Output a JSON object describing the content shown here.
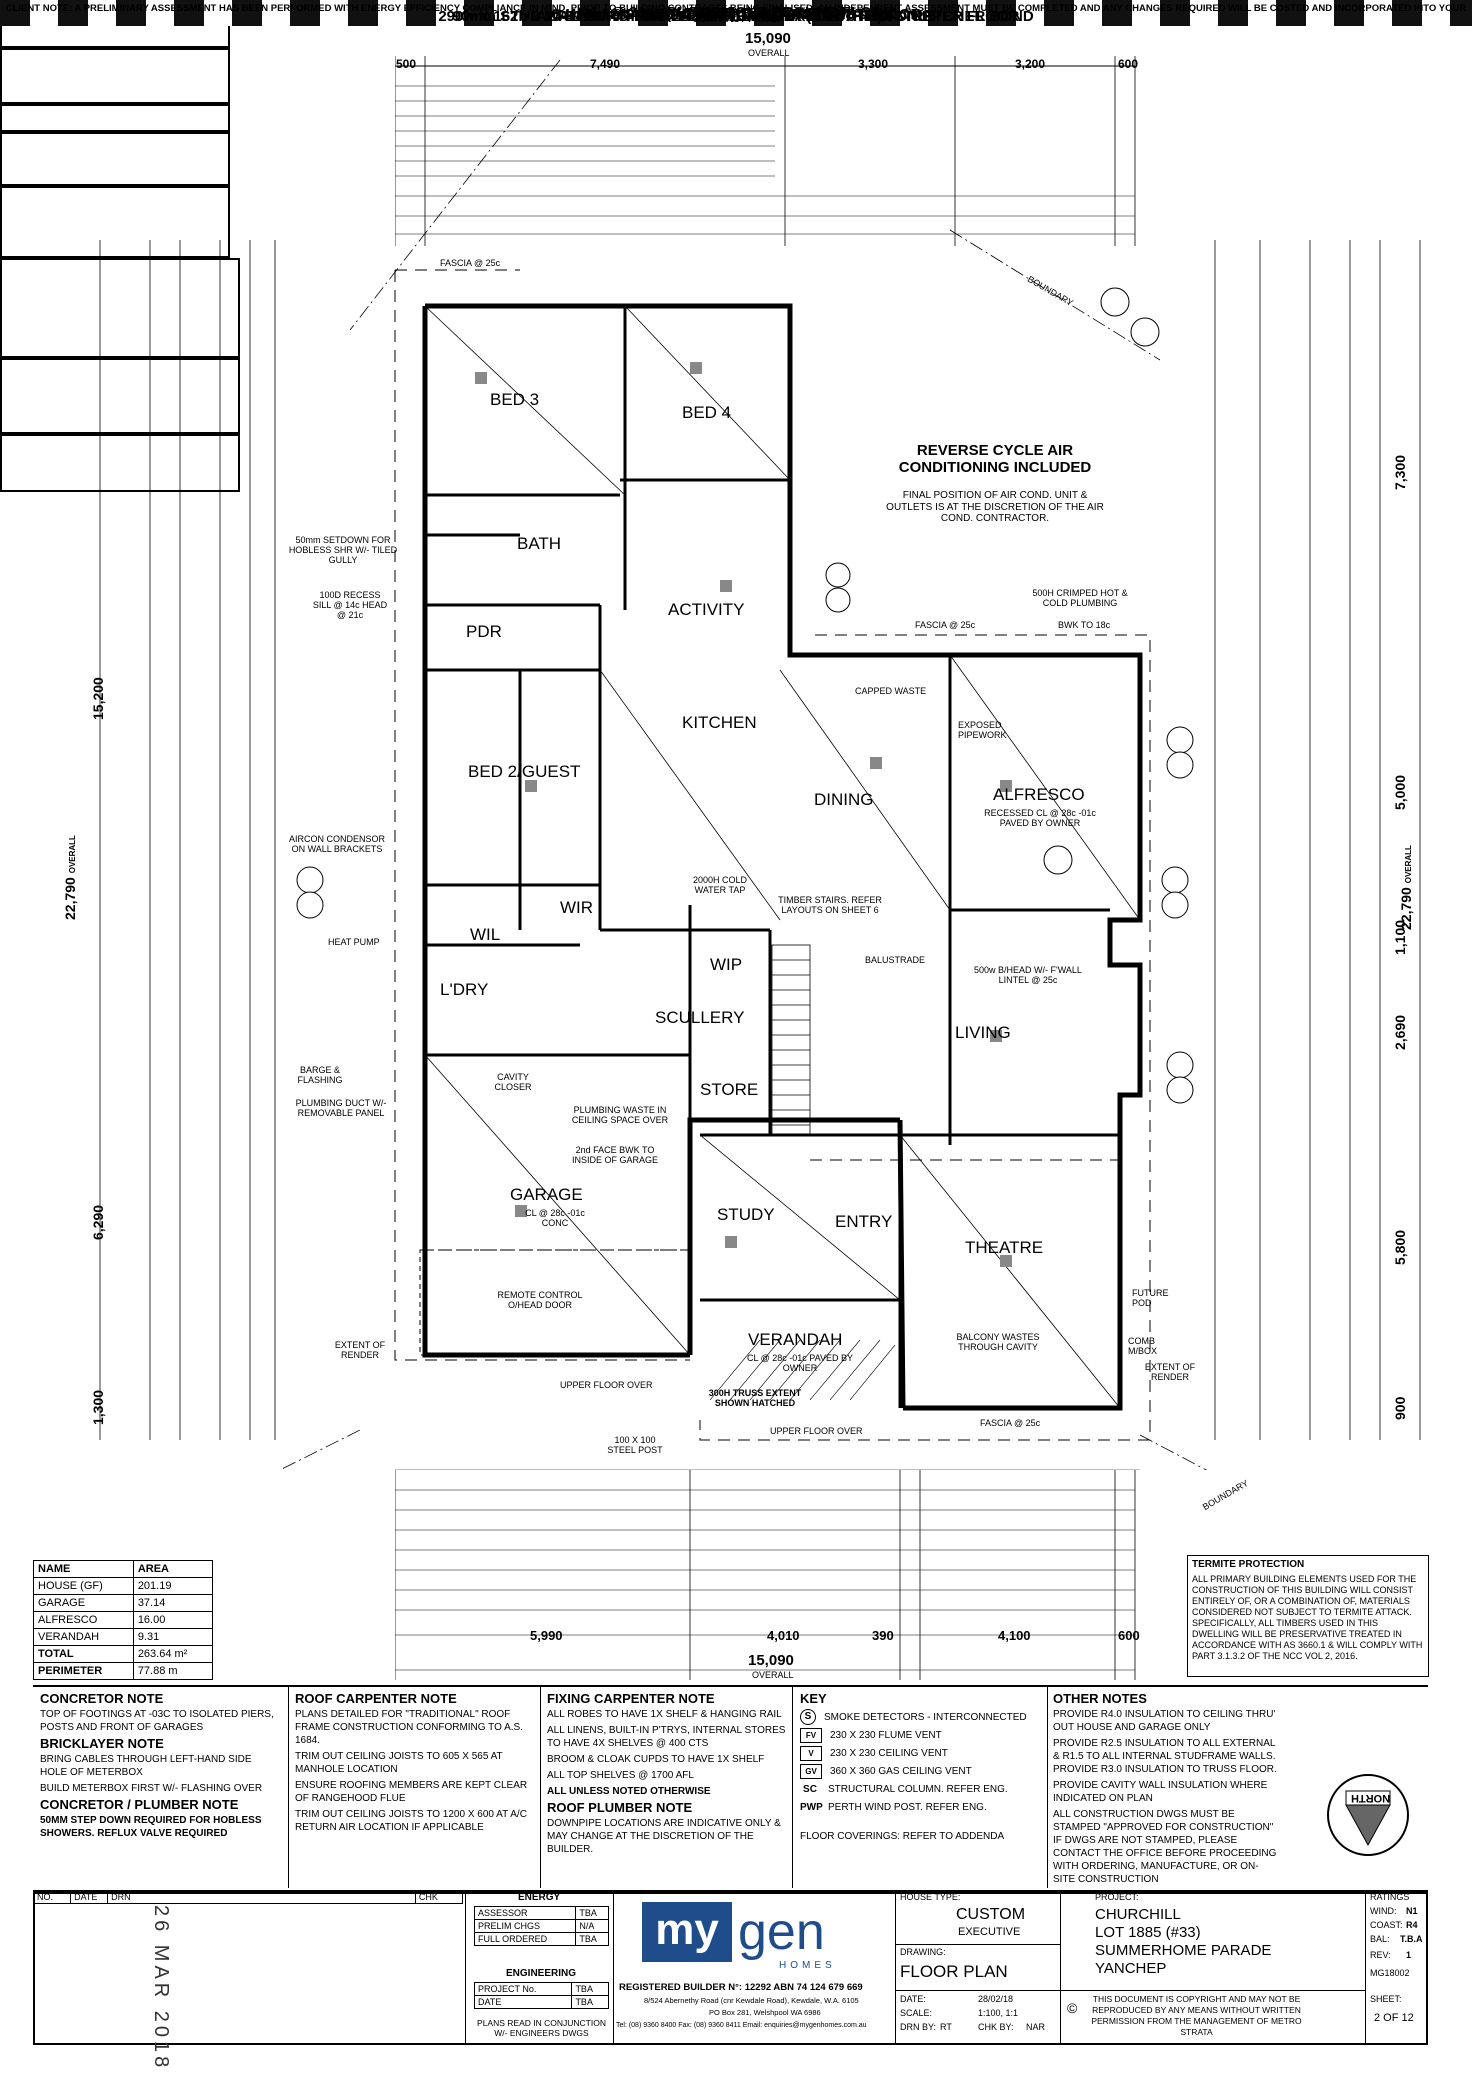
{
  "header_notes": {
    "ceiling_ground": "C.L. @ 28c +PL THRU'OUT GROUND FLOOR",
    "ceiling_first": "C.L. @ 5289mm (2435mm) THRU'OUT FIRST FLOOR",
    "all_unless": "ALL UNLESS OTHERWISE NOTED",
    "truss": "400mm SUSPENDED TRUSS THRU'OUT U.N.O.",
    "stud_wall": "90mm STUD WALL WITH PAINTED HARDIPLANK (SMOOTH) TO UPPER FLOOR",
    "client_note": "CLIENT NOTE: A PRELIMINARY ASSESSMENT HAS BEEN PERFORMED WITH ENERGY EFFICIENCY COMPLIANCE IN MIND. PRIOR TO BUILDING CONTRACTS BEING FINALISED, AN INDEPENDENT ASSESSMENT MUST BE COMPLETED AND ANY CHANGES REQUIRED WILL BE COSTED AND INCORPORATED INTO YOUR CONTRACT PRICE.",
    "blocks": "290w X 162h x 90 BLOCKS TO EXTERNAL LEAF LAID IN THIRD STRETCHER BOND",
    "render": "ACRYLIC FINISH RENDER TO FRONT ELEVATION ONLY"
  },
  "dimensions": {
    "overall_top": "15,090",
    "overall_label": "OVERALL",
    "top_segments": [
      "500",
      "7,490",
      "3,300",
      "3,200",
      "600"
    ],
    "left_overall": "22,790",
    "right_overall": "22,790",
    "left_15200": "15,200",
    "left_6290": "6,290",
    "left_1300": "1,300",
    "right_7300": "7,300",
    "right_5000": "5,000",
    "right_1100": "1,100",
    "right_2690": "2,690",
    "right_5800": "5,800",
    "right_900": "900",
    "bottom_segments": [
      "5,990",
      "4,010",
      "390",
      "4,100",
      "600"
    ],
    "overall_bottom": "15,090"
  },
  "rooms": {
    "bed3": "BED 3",
    "bed4": "BED 4",
    "bath": "BATH",
    "activity": "ACTIVITY",
    "pdr": "PDR",
    "bed2": "BED 2/GUEST",
    "kitchen": "KITCHEN",
    "dining": "DINING",
    "alfresco": "ALFRESCO",
    "wir": "WIR",
    "wil": "WIL",
    "ldry": "L'DRY",
    "wip": "WIP",
    "scullery": "SCULLERY",
    "store": "STORE",
    "living": "LIVING",
    "garage": "GARAGE",
    "study": "STUDY",
    "entry": "ENTRY",
    "theatre": "THEATRE",
    "verandah": "VERANDAH"
  },
  "room_notes": {
    "alfresco_cl": "RECESSED CL @ 28c -01c PAVED BY OWNER",
    "garage_cl": "CL @ 28c -01c CONC",
    "verandah_cl": "CL @ 28c -01c PAVED BY OWNER",
    "aircon": "REVERSE CYCLE AIR CONDITIONING INCLUDED",
    "aircon_note": "FINAL POSITION OF AIR COND. UNIT & OUTLETS IS AT THE DISCRETION OF THE AIR COND. CONTRACTOR.",
    "setdown": "50mm SETDOWN FOR HOBLESS SHR W/- TILED GULLY",
    "recess": "100D RECESS SILL @ 14c HEAD @ 21c",
    "aircon_condensor": "AIRCON CONDENSOR ON WALL BRACKETS",
    "heat_pump": "HEAT PUMP",
    "barge": "BARGE & FLASHING",
    "plumbing_duct": "PLUMBING DUCT W/- REMOVABLE PANEL",
    "cavity_closer": "CAVITY CLOSER",
    "plumbing_waste": "PLUMBING WASTE IN CEILING SPACE OVER",
    "second_face": "2nd FACE BWK TO INSIDE OF GARAGE",
    "remote_door": "REMOTE CONTROL O/HEAD DOOR",
    "timber_stairs": "TIMBER STAIRS. REFER LAYOUTS ON SHEET 6",
    "balustrade": "BALUSTRADE",
    "capped_waste": "CAPPED WASTE",
    "crimped_hot": "500H CRIMPED HOT & COLD PLUMBING",
    "bwk": "BWK TO 18c",
    "exposed": "EXPOSED PIPEWORK",
    "cold_tap": "2000H COLD WATER TAP",
    "bhead": "500w B/HEAD W/- F'WALL LINTEL @ 25c",
    "balcony": "BALCONY WASTES THROUGH CAVITY",
    "truss_ext": "300H TRUSS EXTENT SHOWN HATCHED",
    "steel_post": "100 X 100 STEEL POST",
    "extent_render": "EXTENT OF RENDER",
    "upper_floor_over": "UPPER FLOOR OVER",
    "fascia": "FASCIA @ 25c",
    "boundary": "BOUNDARY",
    "comb_mbox": "COMB M/BOX",
    "future_pod": "FUTURE POD"
  },
  "area_table": {
    "headers": [
      "NAME",
      "AREA"
    ],
    "rows": [
      [
        "HOUSE (GF)",
        "201.19"
      ],
      [
        "GARAGE",
        "37.14"
      ],
      [
        "ALFRESCO",
        "16.00"
      ],
      [
        "VERANDAH",
        "9.31"
      ],
      [
        "TOTAL",
        "263.64 m²"
      ],
      [
        "PERIMETER",
        "77.88 m"
      ]
    ]
  },
  "notes": {
    "concretor_title": "CONCRETOR NOTE",
    "concretor_1": "TOP OF FOOTINGS AT -03c TO ISOLATED PIERS, POSTS AND FRONT OF GARAGES",
    "bricklayer_title": "BRICKLAYER NOTE",
    "bricklayer_1": "BRING CABLES THROUGH LEFT-HAND SIDE HOLE OF METERBOX",
    "bricklayer_2": "BUILD METERBOX FIRST W/- FLASHING OVER",
    "plumber_title": "CONCRETOR / PLUMBER NOTE",
    "plumber_1": "50mm STEP DOWN REQUIRED FOR HOBLESS SHOWERS. REFLUX VALVE REQUIRED",
    "roof_title": "ROOF CARPENTER NOTE",
    "roof_1": "PLANS DETAILED FOR \"TRADITIONAL\" ROOF FRAME CONSTRUCTION CONFORMING TO A.S. 1684.",
    "roof_2": "TRIM OUT CEILING JOISTS TO 605 X 565 AT MANHOLE LOCATION",
    "roof_3": "ENSURE ROOFING MEMBERS ARE KEPT CLEAR OF RANGEHOOD FLUE",
    "roof_4": "TRIM OUT CEILING JOISTS TO 1200 X 600 AT A/C RETURN AIR LOCATION IF APPLICABLE",
    "fixing_title": "FIXING CARPENTER NOTE",
    "fixing_1": "ALL ROBES TO HAVE 1X SHELF & HANGING RAIL",
    "fixing_2": "ALL LINENS, BUILT-IN P'TRYS, INTERNAL STORES TO HAVE 4X SHELVES @ 400 CTS",
    "fixing_3": "BROOM & CLOAK CUPDS TO HAVE 1X SHELF",
    "fixing_4": "ALL TOP SHELVES @ 1700 AFL",
    "fixing_5": "ALL UNLESS NOTED OTHERWISE",
    "roofplumb_title": "ROOF PLUMBER NOTE",
    "roofplumb_1": "DOWNPIPE LOCATIONS ARE INDICATIVE ONLY & MAY CHANGE AT THE DISCRETION OF THE BUILDER.",
    "key_title": "KEY",
    "key_rows": [
      [
        "S",
        "SMOKE DETECTORS - INTERCONNECTED"
      ],
      [
        "FV",
        "230 X 230 FLUME VENT"
      ],
      [
        "V",
        "230 X 230 CEILING VENT"
      ],
      [
        "GV",
        "360 X 360 GAS CEILING VENT"
      ],
      [
        "SC",
        "STRUCTURAL COLUMN. REFER ENG."
      ],
      [
        "PWP",
        "PERTH WIND POST. REFER ENG."
      ]
    ],
    "floor_cov": "FLOOR COVERINGS: REFER TO ADDENDA",
    "other_title": "OTHER NOTES",
    "other_1": "PROVIDE R4.0 INSULATION TO CEILING THRU' OUT HOUSE AND GARAGE ONLY",
    "other_2": "PROVIDE R2.5 INSULATION TO ALL EXTERNAL & R1.5 TO ALL INTERNAL STUDFRAME WALLS. PROVIDE R3.0 INSULATION TO TRUSS FLOOR.",
    "other_3": "PROVIDE CAVITY WALL INSULATION WHERE INDICATED ON PLAN",
    "other_4": "ALL CONSTRUCTION DWGS MUST BE STAMPED \"APPROVED FOR CONSTRUCTION\" IF DWGS ARE NOT STAMPED, PLEASE CONTACT THE OFFICE BEFORE PROCEEDING WITH ORDERING, MANUFACTURE, OR ON-SITE CONSTRUCTION",
    "termite_title": "TERMITE PROTECTION",
    "termite_1": "ALL PRIMARY BUILDING ELEMENTS USED FOR THE CONSTRUCTION OF THIS BUILDING WILL CONSIST ENTIRELY OF, OR A COMBINATION OF, MATERIALS CONSIDERED NOT SUBJECT TO TERMITE ATTACK. SPECIFICALLY, ALL TIMBERS USED IN THIS DWELLING WILL BE PRESERVATIVE TREATED IN ACCORDANCE WITH AS 3660.1 & WILL COMPLY WITH PART 3.1.3.2 OF THE NCC VOL 2, 2016."
  },
  "title_block": {
    "rev_headers": [
      "NO.",
      "DATE",
      "DRN",
      "CHK"
    ],
    "energy_title": "ENERGY",
    "energy_rows": [
      [
        "ASSESSOR",
        "TBA"
      ],
      [
        "PRELIM CHGS",
        "N/A"
      ],
      [
        "FULL ORDERED",
        "TBA"
      ]
    ],
    "eng_title": "ENGINEERING",
    "eng_rows": [
      [
        "PROJECT No.",
        "TBA"
      ],
      [
        "DATE",
        "TBA"
      ]
    ],
    "eng_note": "PLANS READ IN CONJUNCTION W/- ENGINEERS DWGS",
    "logo_my": "my",
    "logo_gen": "gen",
    "logo_homes": "HOMES",
    "builder": "REGISTERED BUILDER N°: 12292 ABN 74 124 679 669",
    "address": "8/524 Abernethy Road (cnr Kewdale Road), Kewdale, W.A. 6105",
    "po_box": "PO Box 281, Welshpool WA 6986",
    "phone": "Tel: (08) 9360 8400 Fax: (08) 9360 8411 Email: enquiries@mygenhomes.com.au",
    "house_type_label": "HOUSE TYPE:",
    "house_type": "CUSTOM",
    "house_sub": "EXECUTIVE",
    "drawing_label": "DRAWING:",
    "drawing": "FLOOR PLAN",
    "date_label": "DATE:",
    "date": "28/02/18",
    "scale_label": "SCALE:",
    "scale": "1:100, 1:1",
    "drn_by": "DRN BY:",
    "drn_val": "RT",
    "chk_by": "CHK BY:",
    "chk_val": "NAR",
    "project_label": "PROJECT:",
    "project_1": "CHURCHILL",
    "project_2": "LOT 1885 (#33)",
    "project_3": "SUMMERHOME PARADE",
    "project_4": "YANCHEP",
    "copyright": "THIS DOCUMENT IS COPYRIGHT AND MAY NOT BE REPRODUCED BY ANY MEANS WITHOUT WRITTEN PERMISSION FROM THE MANAGEMENT OF METRO STRATA",
    "ratings_label": "RATINGS",
    "wind_label": "WIND:",
    "wind": "N1",
    "coast_label": "COAST:",
    "coast": "R4",
    "bal_label": "BAL:",
    "bal": "T.B.A",
    "rev_label": "REV:",
    "rev": "1",
    "job": "MG18002",
    "sheet_label": "SHEET:",
    "sheet": "2 OF 12",
    "stamp": "26 MAR 2018"
  },
  "north": "NORTH"
}
